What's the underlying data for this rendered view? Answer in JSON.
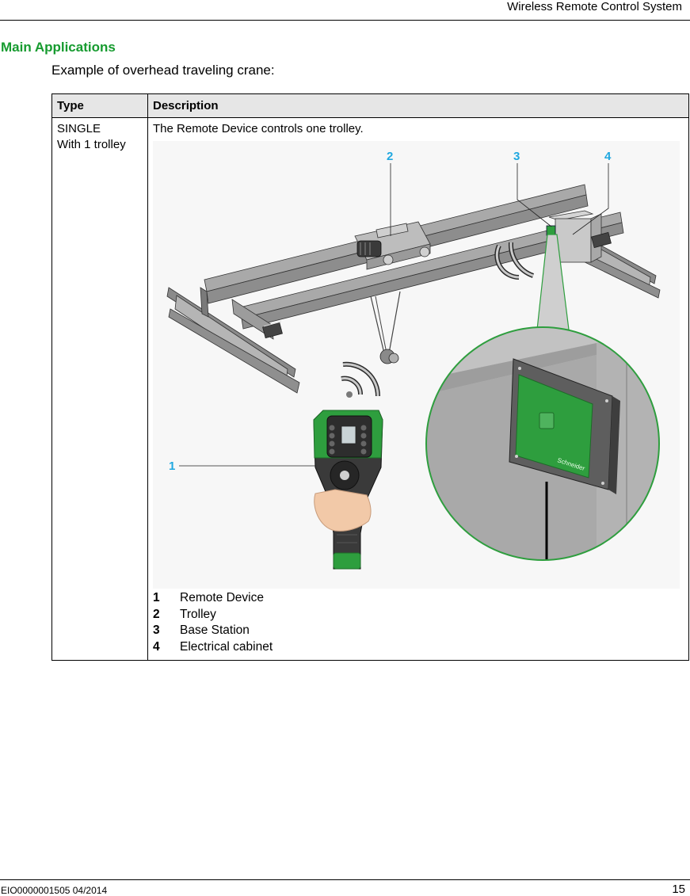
{
  "header": {
    "title": "Wireless Remote Control System"
  },
  "section": {
    "title": "Main Applications",
    "intro": "Example of overhead traveling crane:"
  },
  "table": {
    "headers": {
      "type": "Type",
      "description": "Description"
    },
    "row": {
      "type_line1": "SINGLE",
      "type_line2": "With 1 trolley",
      "description": "The Remote Device controls one trolley."
    }
  },
  "figure": {
    "callouts": [
      "1",
      "2",
      "3",
      "4"
    ],
    "cabinet_brand": "Schneider",
    "colors": {
      "callout": "#20a8e0",
      "accent_green": "#169b2f",
      "device_green": "#2e9e3e"
    }
  },
  "legend": [
    {
      "num": "1",
      "label": "Remote Device"
    },
    {
      "num": "2",
      "label": "Trolley"
    },
    {
      "num": "3",
      "label": "Base Station"
    },
    {
      "num": "4",
      "label": "Electrical cabinet"
    }
  ],
  "footer": {
    "doc_id": "EIO0000001505 04/2014",
    "page": "15"
  }
}
